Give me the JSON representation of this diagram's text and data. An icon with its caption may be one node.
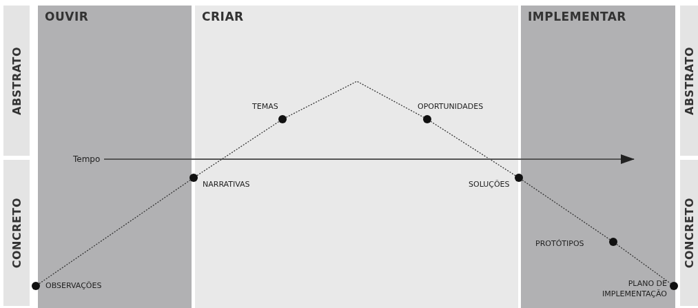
{
  "diagram": {
    "nodes": [
      {
        "text": [
          "ABSTRATO"
        ]
      },
      {
        "text": [
          "CONCRETO"
        ]
      },
      {
        "text": [
          "ABSTRATO"
        ]
      },
      {
        "text": [
          "CONCRETO"
        ]
      },
      {
        "text": [],
        "shape": "circle",
        "beside": [
          "TEMAS"
        ]
      },
      {
        "text": [],
        "shape": "circle",
        "beside": [
          "OPORTUNIDADES"
        ]
      },
      {
        "text": [
          "Tempo"
        ]
      },
      {
        "text": [],
        "shape": "circle",
        "beside": [
          "NARRATIVAS"
        ]
      },
      {
        "text": [],
        "shape": "circle",
        "beside": [
          "SOLUÇÕES"
        ]
      },
      {
        "text": [],
        "shape": "circle",
        "beside": [
          "PROTÓTIPOS"
        ]
      },
      {
        "text": [],
        "shape": "circle",
        "beside": [
          "OBSERVAÇÕES"
        ]
      },
      {
        "text": [],
        "shape": "circle",
        "beside": [
          "PLANO DE IMPLEMENTAÇÃO"
        ]
      }
    ],
    "edges": [
      {
        "from": 10,
        "to": 7,
        "arrow": "none",
        "style": "dashed"
      },
      {
        "from": 7,
        "to": 4,
        "arrow": "none",
        "style": "dashed"
      },
      {
        "from": 4,
        "to": 5,
        "arrow": "none",
        "style": "dashed"
      },
      {
        "from": 5,
        "to": 8,
        "arrow": "none",
        "style": "dashed"
      },
      {
        "from": 8,
        "to": 9,
        "arrow": "none",
        "style": "dashed"
      },
      {
        "from": 9,
        "to": 11,
        "arrow": "none",
        "style": "dashed"
      },
      {
        "from": 6,
        "to": null,
        "arrow": "to"
      }
    ],
    "labels": [
      "OUVIR",
      "CRIAR",
      "IMPLEMENTAR"
    ]
  }
}
